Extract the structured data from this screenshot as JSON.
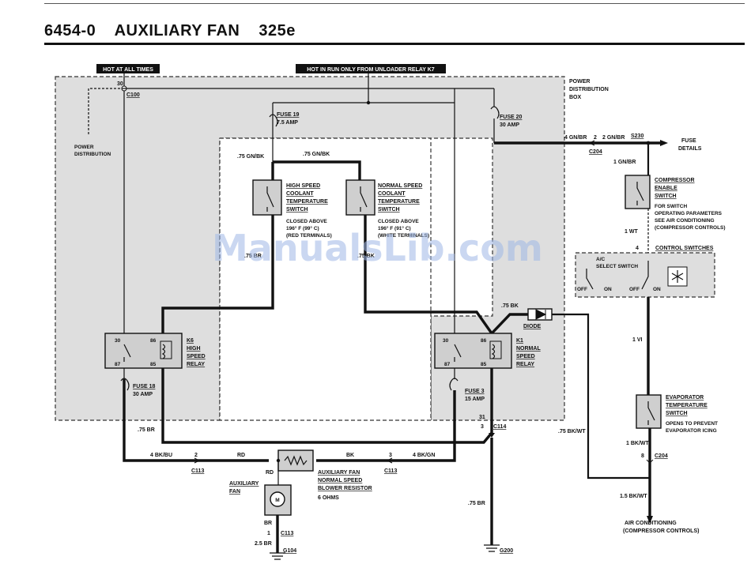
{
  "header": {
    "code": "6454-0",
    "title": "AUXILIARY FAN",
    "model": "325e"
  },
  "watermark": "ManualsLib.com",
  "banners": {
    "hot_all_times": "HOT AT ALL TIMES",
    "hot_in_run": "HOT IN RUN ONLY FROM UNLOADER RELAY K7"
  },
  "labels": {
    "pdb": [
      "POWER",
      "DISTRIBUTION",
      "BOX"
    ],
    "power_distribution": [
      "POWER",
      "DISTRIBUTION"
    ],
    "c100": "C100",
    "thirty": "30",
    "fuse19": [
      "FUSE 19",
      "7.5 AMP"
    ],
    "fuse20": [
      "FUSE 20",
      "30 AMP"
    ],
    "fuse18": [
      "FUSE 18",
      "30 AMP"
    ],
    "fuse3": [
      "FUSE 3",
      "15 AMP"
    ],
    "w_75gnbk_a": ".75 GN/BK",
    "w_75gnbk_b": ".75 GN/BK",
    "hs_switch": [
      "HIGH SPEED",
      "COOLANT",
      "TEMPERATURE",
      "SWITCH"
    ],
    "hs_closed": [
      "CLOSED ABOVE",
      "196° F (99° C)",
      "(RED TERMINALS)"
    ],
    "ns_switch": [
      "NORMAL SPEED",
      "COOLANT",
      "TEMPERATURE",
      "SWITCH"
    ],
    "ns_closed": [
      "CLOSED ABOVE",
      "196° F (91° C)",
      "(WHITE TERMINALS)"
    ],
    "w_75br_left": ".75 BR",
    "w_75bk_mid": ".75 BK",
    "w_75bk_right": ".75 BK",
    "k6": [
      "K6",
      "HIGH",
      "SPEED",
      "RELAY"
    ],
    "k1": [
      "K1",
      "NORMAL",
      "SPEED",
      "RELAY"
    ],
    "relay_pins": [
      "30",
      "86",
      "87",
      "85"
    ],
    "diode": "DIODE",
    "w_4gnbr": "4 GN/BR",
    "w_2gnbr": "2 GN/BR",
    "c204_top": "C204",
    "s230": "S230",
    "fuse_details": [
      "FUSE",
      "DETAILS"
    ],
    "w_1gnbr": "1 GN/BR",
    "comp_switch": [
      "COMPRESSOR",
      "ENABLE",
      "SWITCH"
    ],
    "comp_switch_note": [
      "FOR SWITCH",
      "OPERATING PARAMETERS",
      "SEE AIR CONDITIONING",
      "(COMPRESSOR CONTROLS)"
    ],
    "w_1wt": "1 WT",
    "control_switches": "CONTROL SWITCHES",
    "ac_select": [
      "A/C",
      "SELECT SWITCH"
    ],
    "off": "OFF",
    "on": "ON",
    "w_1vi": "1 VI",
    "evap_switch": [
      "EVAPORATOR",
      "TEMPERATURE",
      "SWITCH"
    ],
    "evap_note": [
      "OPENS TO PREVENT",
      "EVAPORATOR ICING"
    ],
    "w_1bkwt": "1 BK/WT",
    "c204_bottom": "C204",
    "w_15bkwt": "1.5 BK/WT",
    "ac_cond": [
      "AIR CONDITIONING",
      "(COMPRESSOR CONTROLS)"
    ],
    "w_75bkwt": ".75 BK/WT",
    "w_75br_bottom": ".75 BR",
    "w_4bkbu": "4 BK/BU",
    "n2": "2",
    "c113": "C113",
    "rd": "RD",
    "bk": "BK",
    "n3": "3",
    "w_4bkgn": "4 BK/GN",
    "n31": "31",
    "c114": "C114",
    "resistor": [
      "AUXILIARY FAN",
      "NORMAL SPEED",
      "BLOWER RESISTOR",
      "6 OHMS"
    ],
    "aux_fan": [
      "AUXILIARY",
      "FAN"
    ],
    "br": "BR",
    "n1": "1",
    "w_25br": "2.5 BR",
    "g104": "G104",
    "g200": "G200",
    "n4": "4",
    "n8": "8",
    "n3b": "3"
  }
}
